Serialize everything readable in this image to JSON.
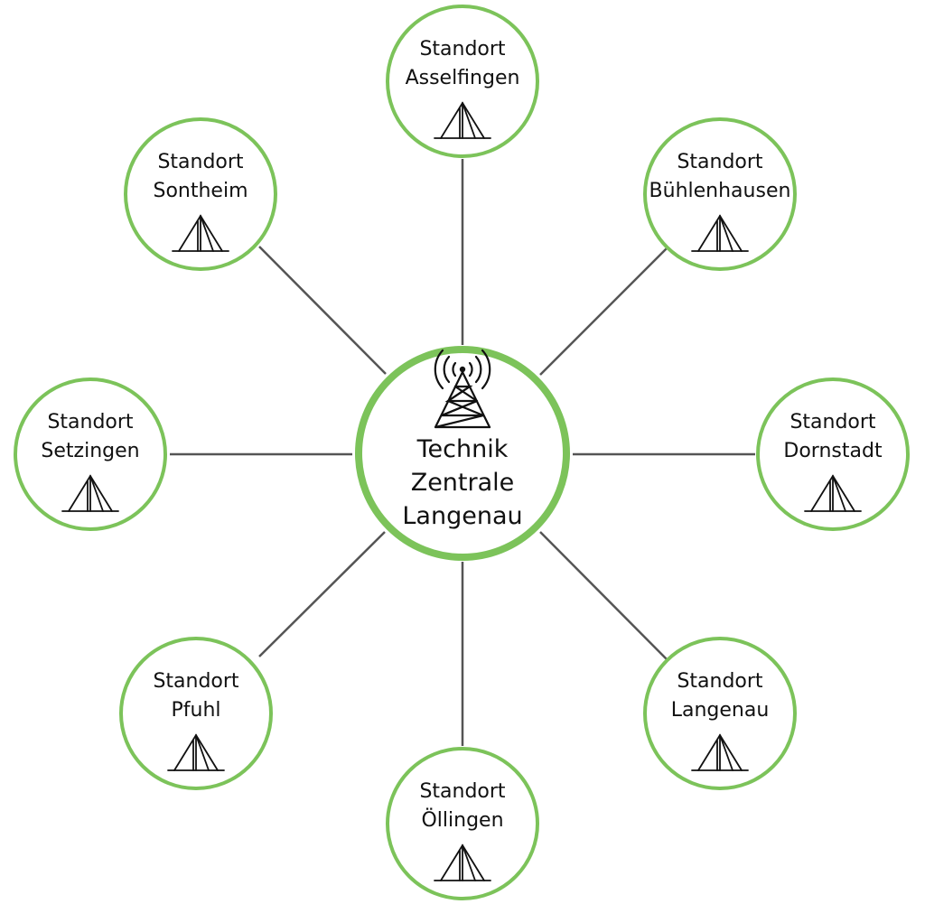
{
  "colors": {
    "node_border": "#7cc35a",
    "connector": "#555555",
    "text": "#111111",
    "icon": "#111111"
  },
  "hub": {
    "label_lines": [
      "Technik",
      "Zentrale",
      "Langenau"
    ],
    "icon": "radio-tower-icon"
  },
  "sites": [
    {
      "id": "asselfingen",
      "label_lines": [
        "Standort",
        "Asselfingen"
      ],
      "icon": "tent-tower-icon"
    },
    {
      "id": "buehlenhausen",
      "label_lines": [
        "Standort",
        "Bühlenhausen"
      ],
      "icon": "tent-tower-icon"
    },
    {
      "id": "dornstadt",
      "label_lines": [
        "Standort",
        "Dornstadt"
      ],
      "icon": "tent-tower-icon"
    },
    {
      "id": "langenau",
      "label_lines": [
        "Standort",
        "Langenau"
      ],
      "icon": "tent-tower-icon"
    },
    {
      "id": "oellingen",
      "label_lines": [
        "Standort",
        "Öllingen"
      ],
      "icon": "tent-tower-icon"
    },
    {
      "id": "pfuhl",
      "label_lines": [
        "Standort",
        "Pfuhl"
      ],
      "icon": "tent-tower-icon"
    },
    {
      "id": "setzingen",
      "label_lines": [
        "Standort",
        "Setzingen"
      ],
      "icon": "tent-tower-icon"
    },
    {
      "id": "sontheim",
      "label_lines": [
        "Standort",
        "Sontheim"
      ],
      "icon": "tent-tower-icon"
    }
  ]
}
